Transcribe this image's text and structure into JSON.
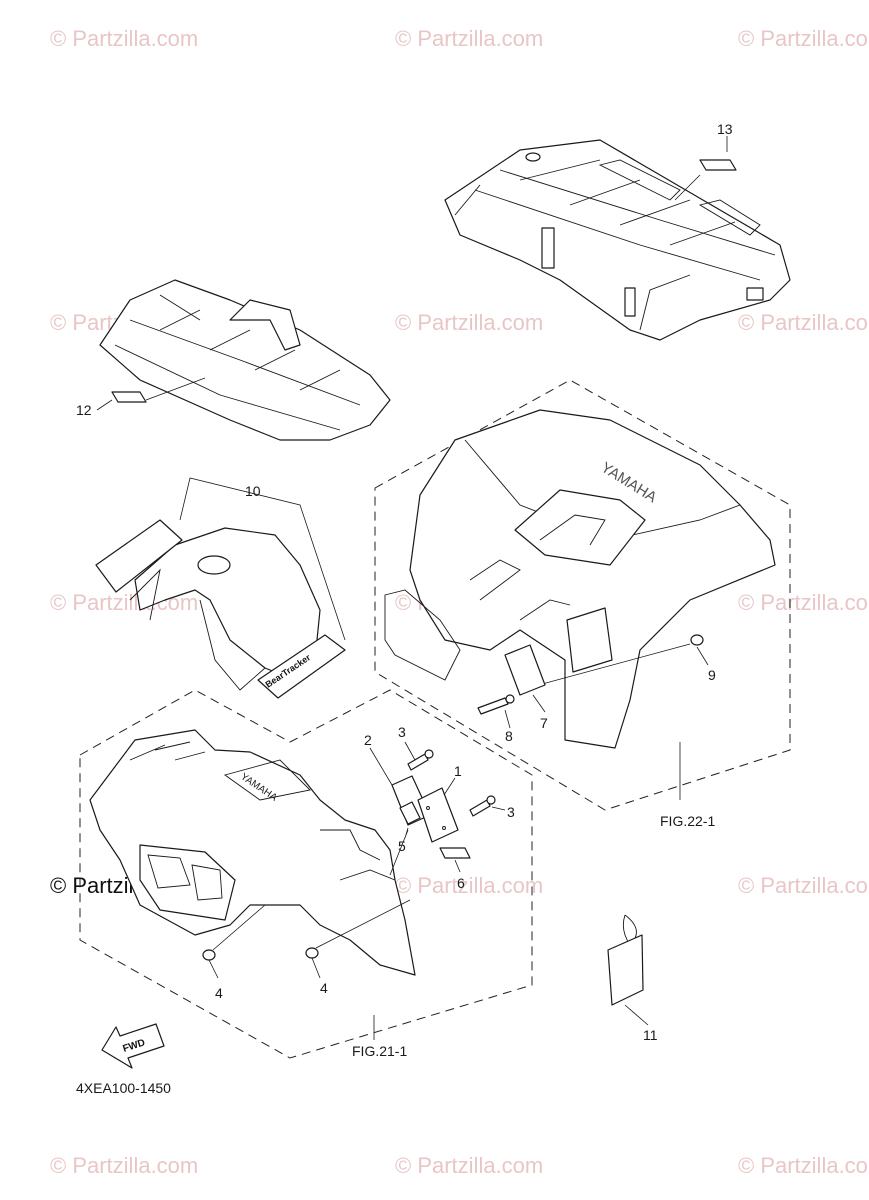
{
  "watermark": {
    "text": "© Partzilla.com",
    "color": "#e8c6c6"
  },
  "callouts": {
    "c1": "1",
    "c2": "2",
    "c3a": "3",
    "c3b": "3",
    "c4a": "4",
    "c4b": "4",
    "c5": "5",
    "c6": "6",
    "c7": "7",
    "c8": "8",
    "c9": "9",
    "c10": "10",
    "c11": "11",
    "c12": "12",
    "c13": "13"
  },
  "figures": {
    "front_fender_group": "FIG.21-1",
    "rear_fender_group": "FIG.22-1"
  },
  "fwd_label": "FWD",
  "diagram_code": "4XEA100-1450",
  "decals": {
    "fender_logo": "YAMAHA",
    "rear_fender_logo": "YAMAHA",
    "side_logo": "BearTracker"
  }
}
